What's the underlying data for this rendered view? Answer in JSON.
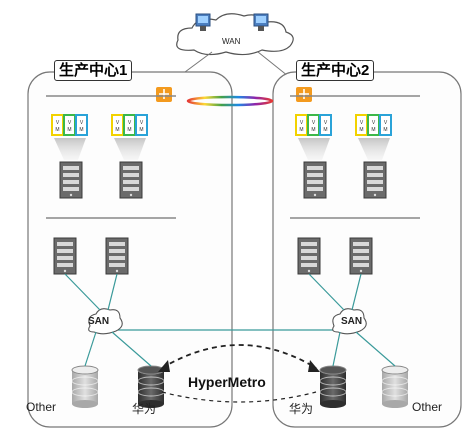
{
  "wan": {
    "label": "WAN"
  },
  "centers": [
    {
      "title": "生产中心1",
      "san_label": "SAN",
      "storage": [
        {
          "label": "Other",
          "color": "gray"
        },
        {
          "label": "华为",
          "color": "dark"
        }
      ]
    },
    {
      "title": "生产中心2",
      "san_label": "SAN",
      "storage": [
        {
          "label": "华为",
          "color": "dark"
        },
        {
          "label": "Other",
          "color": "gray"
        }
      ]
    }
  ],
  "replication": {
    "label": "HyperMetro"
  },
  "vm_label": "VM",
  "colors": {
    "firewall": "#f39a1e",
    "vm_yellow": "#f2d200",
    "vm_green": "#3cb84a",
    "vm_blue": "#2aa3d8",
    "server": "#6b6b6b",
    "link_teal": "#3a9a9a",
    "storage_dark": "#4a4a4a",
    "storage_gray": "#c8c8c8"
  }
}
